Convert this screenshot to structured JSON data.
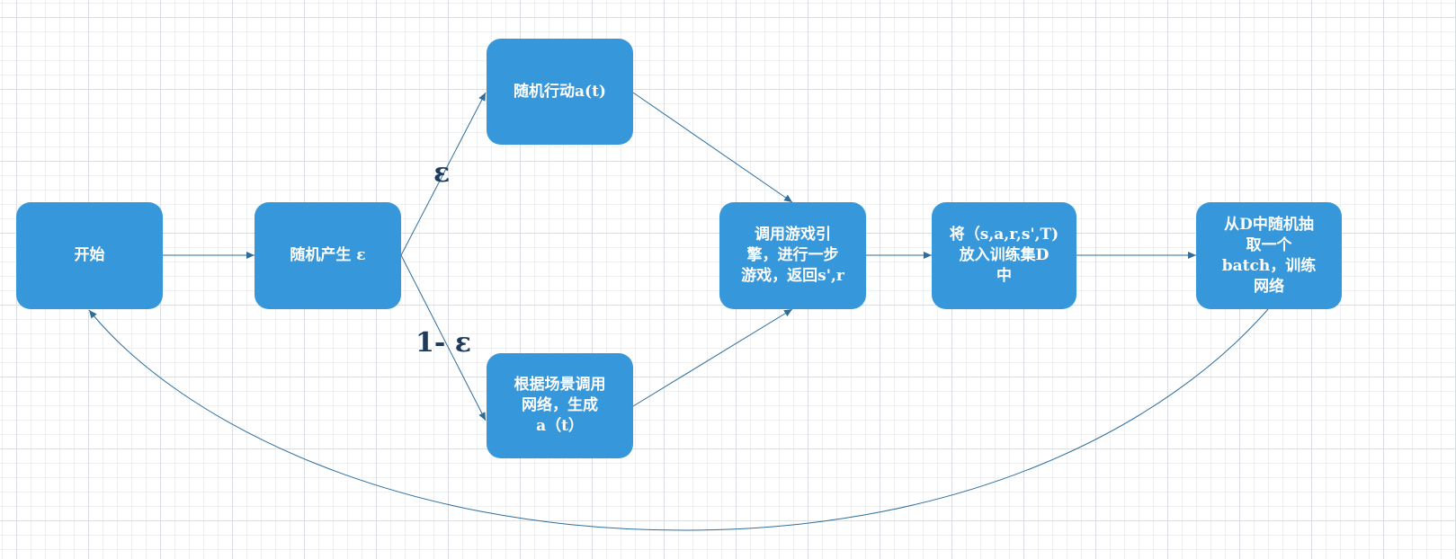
{
  "nodes": {
    "start": "开始",
    "random_eps": "随机产生 ε",
    "random_action": "随机行动a(t)",
    "net_action": "根据场景调用\n网络，生成\na（t）",
    "game_engine": "调用游戏引\n擎，进行一步\n游戏，返回s',r",
    "store": "将（s,a,r,s',T)\n放入训练集D\n中",
    "train": "从D中随机抽\n取一个\nbatch，训练\n网络"
  },
  "edge_labels": {
    "eps": "ε",
    "one_minus_eps": "1- ε"
  },
  "colors": {
    "node_fill": "#3797db",
    "node_text": "#ffffff",
    "edge": "#2e6e9e",
    "label": "#1e3a5c"
  }
}
